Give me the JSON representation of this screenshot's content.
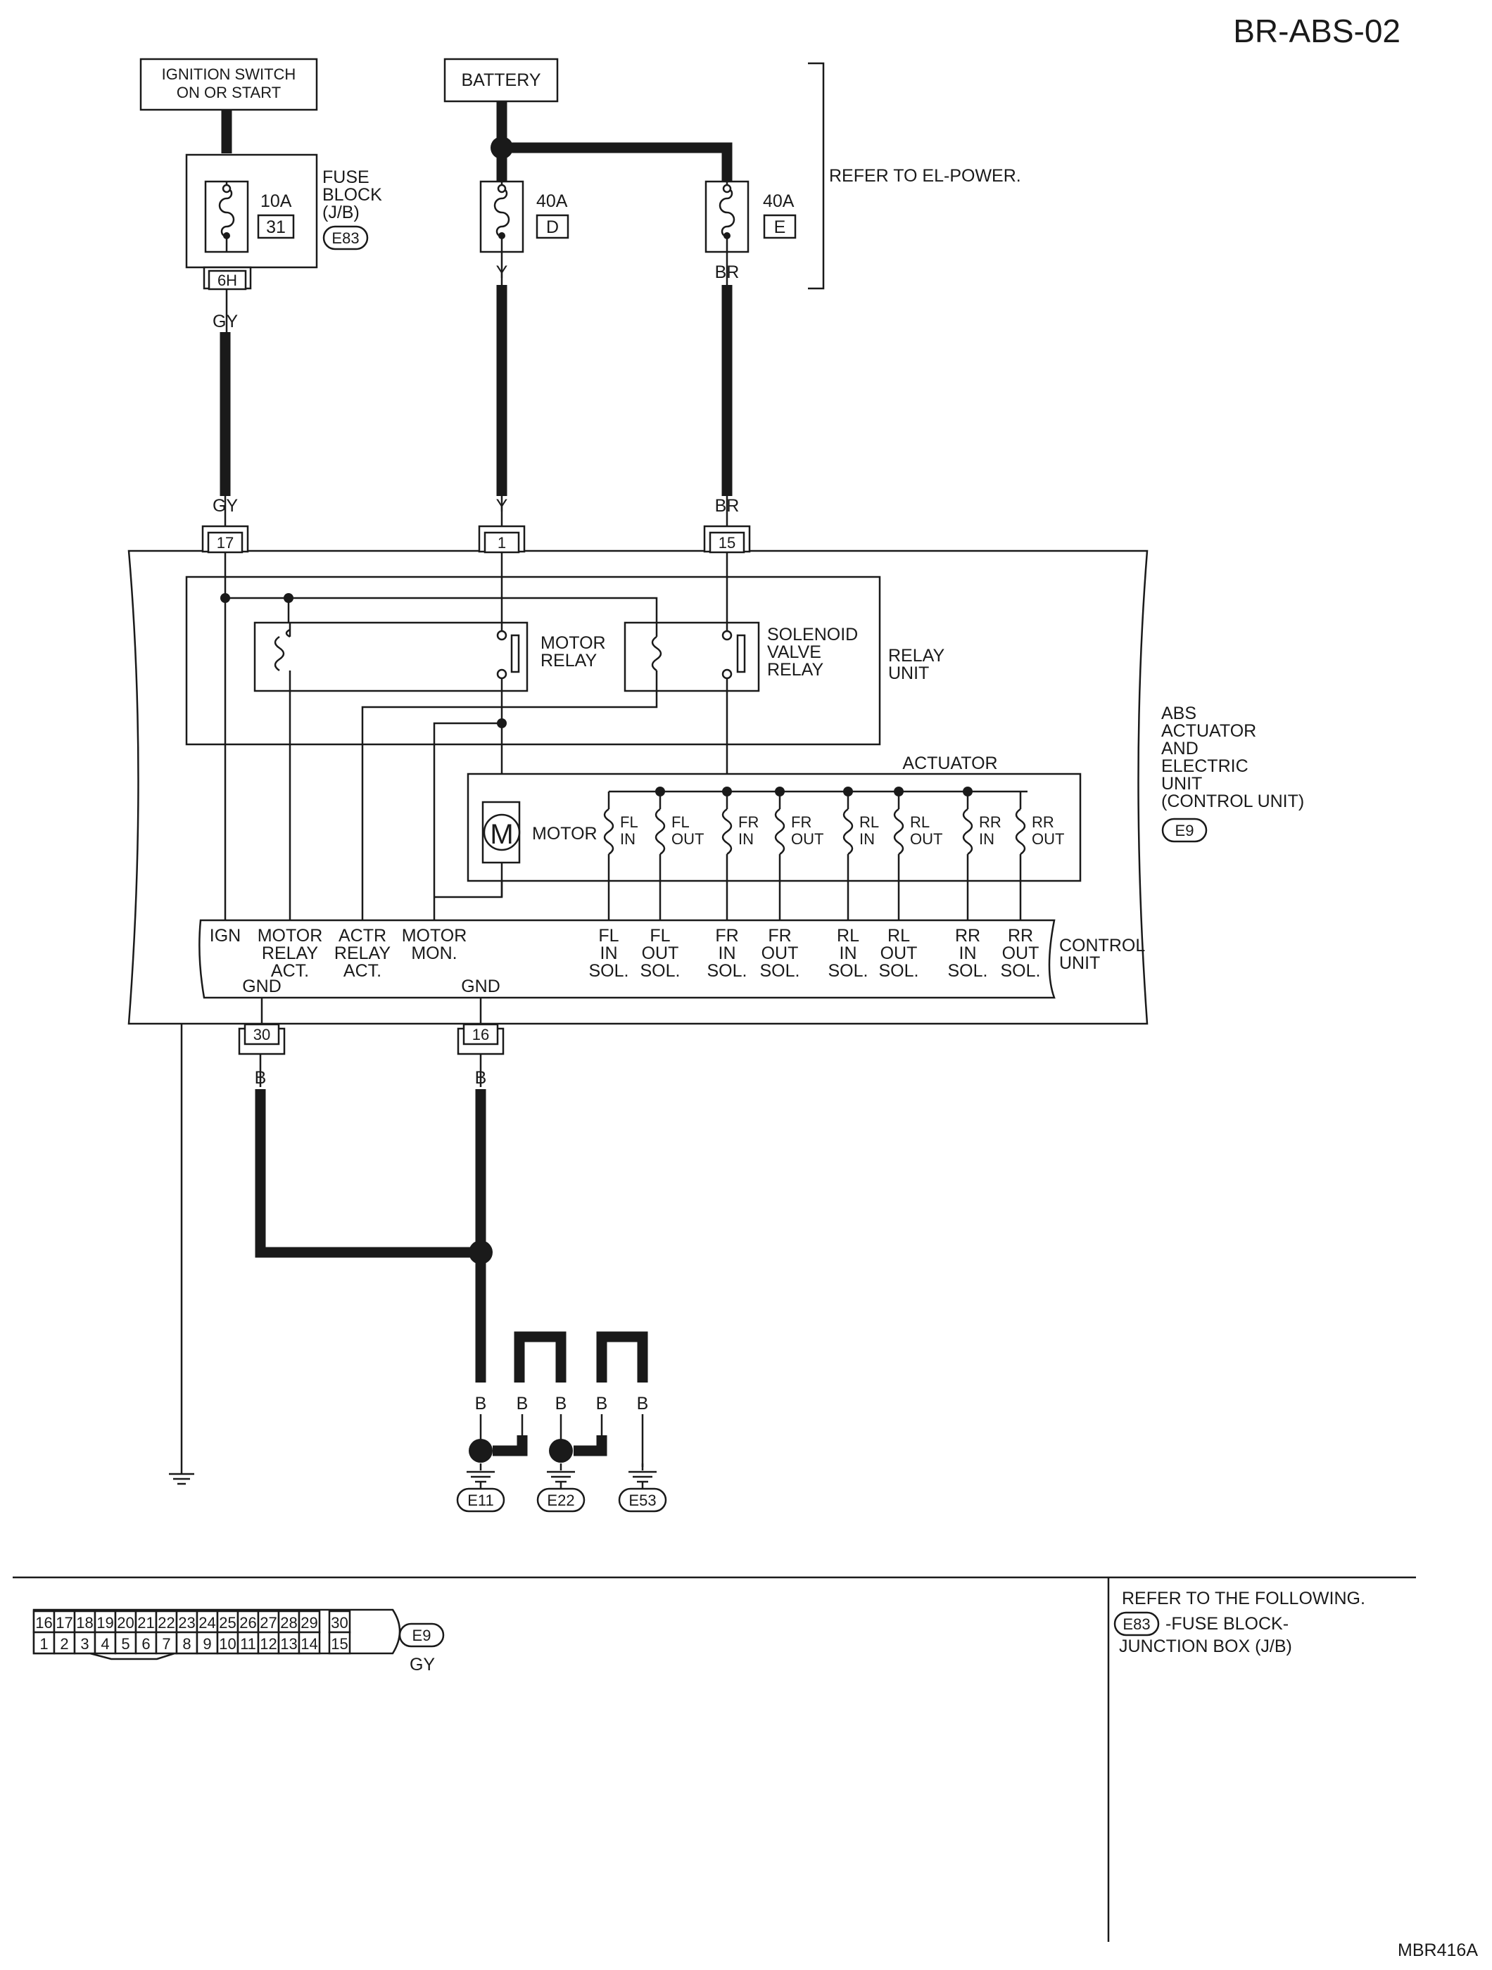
{
  "diagram_id": "BR-ABS-02",
  "image_code": "MBR416A",
  "sources": {
    "ignition": [
      "IGNITION SWITCH",
      "ON OR START"
    ],
    "battery": "BATTERY"
  },
  "fuse_block": {
    "label": [
      "FUSE",
      "BLOCK",
      "(J/B)"
    ],
    "connector": "E83",
    "fuse_rating": "10A",
    "fuse_number": "31",
    "terminal": "6H"
  },
  "fusible_links": [
    {
      "rating": "40A",
      "id": "D",
      "wire": "Y"
    },
    {
      "rating": "40A",
      "id": "E",
      "wire": "BR"
    }
  ],
  "refer_el_power": "REFER TO EL-POWER.",
  "wires": {
    "gy": "GY",
    "y": "Y",
    "br": "BR",
    "b": "B"
  },
  "input_terminals": [
    "17",
    "1",
    "15"
  ],
  "relay_unit": {
    "label": [
      "RELAY",
      "UNIT"
    ],
    "motor_relay": [
      "MOTOR",
      "RELAY"
    ],
    "solenoid_relay": [
      "SOLENOID",
      "VALVE",
      "RELAY"
    ]
  },
  "abs_unit": {
    "label": [
      "ABS",
      "ACTUATOR",
      "AND",
      "ELECTRIC",
      "UNIT",
      "(CONTROL UNIT)"
    ],
    "connector": "E9"
  },
  "actuator": {
    "label": "ACTUATOR",
    "motor_symbol": "M",
    "motor_label": "MOTOR",
    "solenoids": [
      [
        "FL",
        "IN"
      ],
      [
        "FL",
        "OUT"
      ],
      [
        "FR",
        "IN"
      ],
      [
        "FR",
        "OUT"
      ],
      [
        "RL",
        "IN"
      ],
      [
        "RL",
        "OUT"
      ],
      [
        "RR",
        "IN"
      ],
      [
        "RR",
        "OUT"
      ]
    ]
  },
  "control_unit": {
    "label": [
      "CONTROL",
      "UNIT"
    ],
    "signals_left": [
      [
        "IGN"
      ],
      [
        "MOTOR",
        "RELAY",
        "ACT."
      ],
      [
        "ACTR",
        "RELAY",
        "ACT."
      ],
      [
        "MOTOR",
        "MON."
      ]
    ],
    "signals_sol": [
      [
        "FL",
        "IN",
        "SOL."
      ],
      [
        "FL",
        "OUT",
        "SOL."
      ],
      [
        "FR",
        "IN",
        "SOL."
      ],
      [
        "FR",
        "OUT",
        "SOL."
      ],
      [
        "RL",
        "IN",
        "SOL."
      ],
      [
        "RL",
        "OUT",
        "SOL."
      ],
      [
        "RR",
        "IN",
        "SOL."
      ],
      [
        "RR",
        "OUT",
        "SOL."
      ]
    ],
    "gnd": "GND"
  },
  "ground_terminals": [
    "30",
    "16"
  ],
  "ground_connectors": [
    "E11",
    "E22",
    "E53"
  ],
  "connector_face": {
    "id": "E9",
    "color": "GY",
    "top_row": [
      "16",
      "17",
      "18",
      "19",
      "20",
      "21",
      "22",
      "23",
      "24",
      "25",
      "26",
      "27",
      "28",
      "29",
      "30"
    ],
    "bottom_row": [
      "1",
      "2",
      "3",
      "4",
      "5",
      "6",
      "7",
      "8",
      "9",
      "10",
      "11",
      "12",
      "13",
      "14",
      "15"
    ]
  },
  "refer_following": {
    "title": "REFER TO THE FOLLOWING.",
    "connector": "E83",
    "lines": [
      "-FUSE BLOCK-",
      "JUNCTION BOX (J/B)"
    ]
  }
}
